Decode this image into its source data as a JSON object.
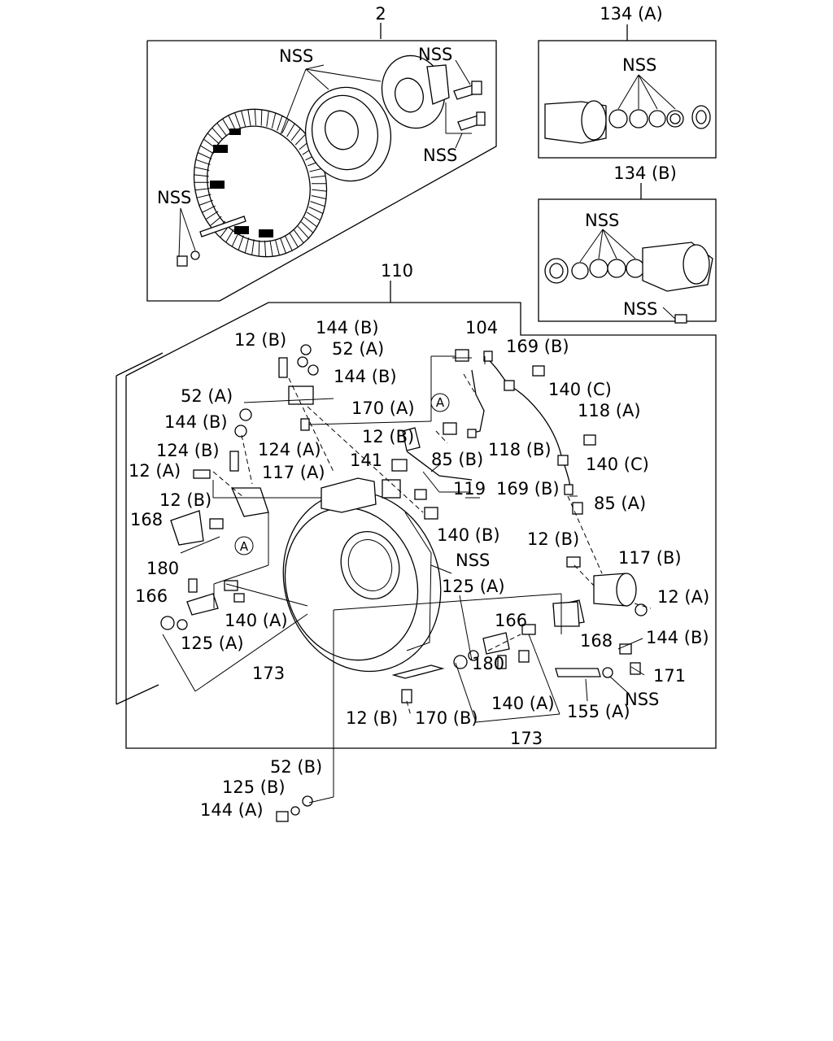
{
  "labels": {
    "l_2": "2",
    "l_134a": "134 (A)",
    "l_134b": "134 (B)",
    "l_110": "110",
    "nss_top_flywheel": "NSS",
    "nss_top_bolt": "NSS",
    "nss_top_lower": "NSS",
    "nss_top_left": "NSS",
    "nss_134a": "NSS",
    "nss_134b": "NSS",
    "nss_134b_bottom": "NSS",
    "l_144b_a": "144 (B)",
    "l_12b_a": "12 (B)",
    "l_52a_a": "52 (A)",
    "l_144b_b": "144 (B)",
    "l_52a_b": "52 (A)",
    "l_170a": "170 (A)",
    "l_144b_c": "144 (B)",
    "l_124b": "124 (B)",
    "l_124a": "124 (A)",
    "l_12a_a": "12 (A)",
    "l_117a": "117 (A)",
    "l_12b_b": "12 (B)",
    "l_168_a": "168",
    "l_circle_a_left": "A",
    "l_180_a": "180",
    "l_166_a": "166",
    "l_140a_a": "140 (A)",
    "l_125a_a": "125 (A)",
    "l_173_a": "173",
    "l_104": "104",
    "l_169b_a": "169 (B)",
    "l_140c_a": "140 (C)",
    "l_118a": "118 (A)",
    "l_circle_a_mid": "A",
    "l_12b_c": "12 (B)",
    "l_118b": "118 (B)",
    "l_141": "141",
    "l_85b": "85 (B)",
    "l_140c_b": "140 (C)",
    "l_119": "119",
    "l_169b_b": "169 (B)",
    "l_85a": "85 (A)",
    "l_140b": "140 (B)",
    "l_12b_d": "12 (B)",
    "l_117b": "117 (B)",
    "nss_housing": "NSS",
    "l_125a_b": "125 (A)",
    "l_12a_b": "12 (A)",
    "l_166_b": "166",
    "l_168_b": "168",
    "l_144b_d": "144 (B)",
    "l_180_b": "180",
    "l_171": "171",
    "l_140a_b": "140 (A)",
    "nss_bottom_right": "NSS",
    "l_12b_e": "12 (B)",
    "l_170b": "170 (B)",
    "l_155a": "155 (A)",
    "l_173_b": "173",
    "l_52b": "52 (B)",
    "l_125b": "125 (B)",
    "l_144a": "144 (A)"
  }
}
